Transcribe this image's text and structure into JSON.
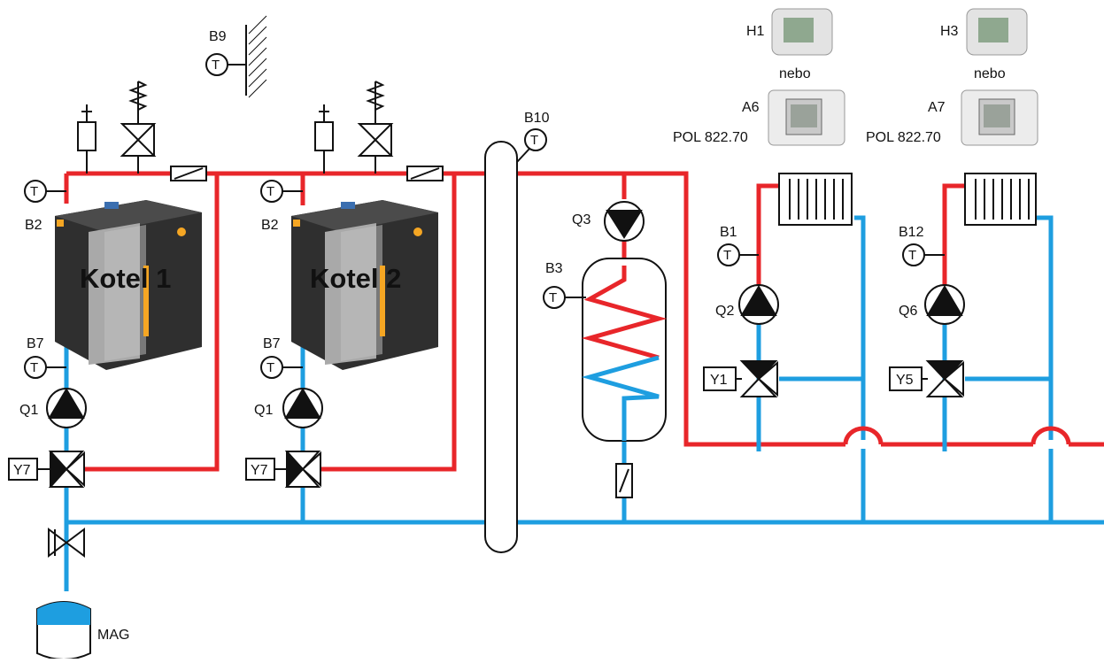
{
  "boilers": [
    {
      "name": "Kotel 1",
      "sensor_top": "B2",
      "sensor_bottom": "B7",
      "pump": "Q1",
      "valve": "Y7"
    },
    {
      "name": "Kotel 2",
      "sensor_top": "B2",
      "sensor_bottom": "B7",
      "pump": "Q1",
      "valve": "Y7"
    }
  ],
  "outdoor_sensor": "B9",
  "accumulation_tank_sensor": "B10",
  "dhw": {
    "sensor": "B3",
    "pump": "Q3"
  },
  "heating_circuits": [
    {
      "sensor": "B1",
      "pump": "Q2",
      "valve": "Y1",
      "room_unit": "H1",
      "alt_word": "nebo",
      "room_unit_alt": "A6",
      "room_unit_alt_model": "POL 822.70"
    },
    {
      "sensor": "B12",
      "pump": "Q6",
      "valve": "Y5",
      "room_unit": "H3",
      "alt_word": "nebo",
      "room_unit_alt": "A7",
      "room_unit_alt_model": "POL 822.70"
    }
  ],
  "expansion_vessel": "MAG",
  "temperature_symbol": "T",
  "colors": {
    "supply": "#e8262a",
    "return": "#1e9ee0",
    "boiler_body": "#3a3a3a",
    "boiler_panel": "#9a9a9a",
    "boiler_accent": "#f5a623"
  }
}
